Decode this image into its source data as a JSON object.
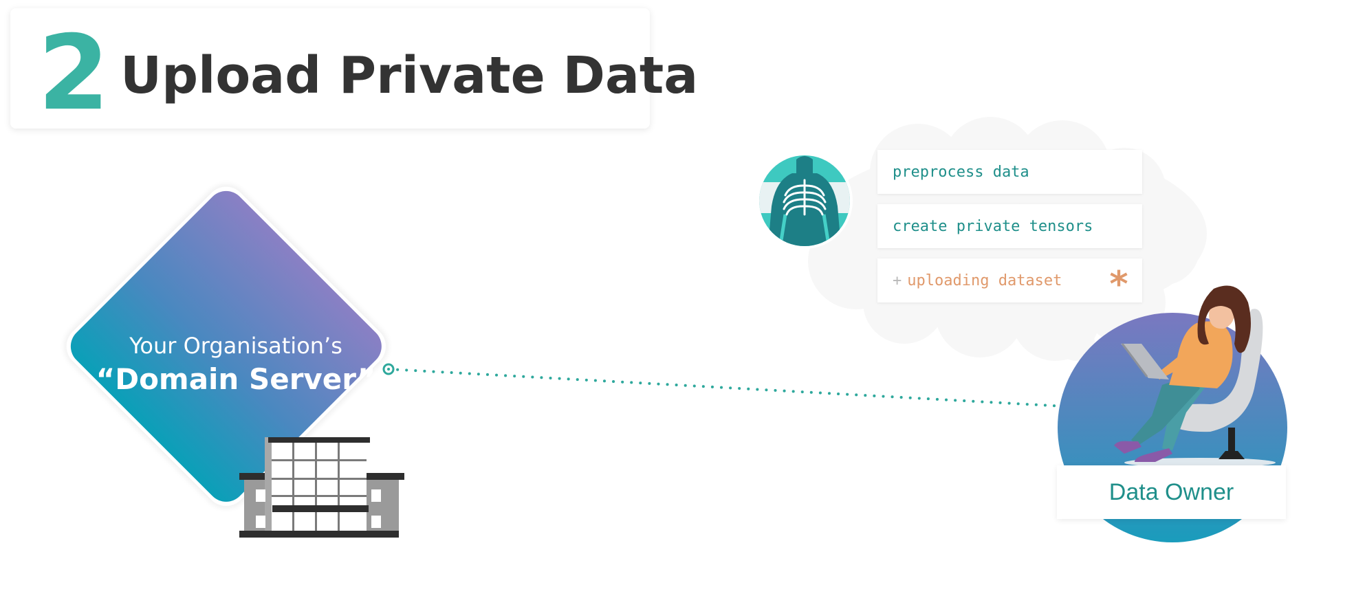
{
  "header": {
    "step_number": "2",
    "title": "Upload Private Data"
  },
  "domain_server": {
    "subtitle": "Your Organisation’s",
    "title": "“Domain Server”"
  },
  "tasks": [
    {
      "prefix": "",
      "label": "preprocess data",
      "status": "done",
      "icon": "check-icon"
    },
    {
      "prefix": "",
      "label": "create private tensors",
      "status": "done",
      "icon": "check-icon"
    },
    {
      "prefix": "+",
      "label": "uploading dataset",
      "status": "in-progress",
      "icon": "asterisk-icon"
    }
  ],
  "data_owner": {
    "label": "Data Owner"
  },
  "colors": {
    "accent": "#3bb3a3",
    "task_text": "#1f8f8a",
    "pending": "#e0996b",
    "gradient_top": "#8a80c4",
    "gradient_bottom": "#0aa0b8"
  }
}
